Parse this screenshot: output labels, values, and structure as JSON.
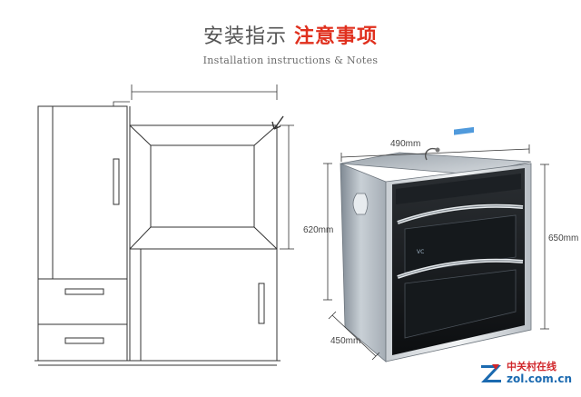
{
  "header": {
    "title_main": "安装指示",
    "title_accent": "注意事项",
    "subtitle": "Installation instructions & Notes"
  },
  "dimensions": {
    "width": "490mm",
    "inner_height": "620mm",
    "outer_height": "650mm",
    "depth": "450mm"
  },
  "appliance": {
    "brand_text": "VC"
  },
  "watermark": {
    "cn": "中关村在线",
    "en": "zol.com.cn"
  },
  "colors": {
    "accent": "#e0301e",
    "watermark_red": "#d0262a",
    "watermark_blue": "#1b6ab0"
  }
}
